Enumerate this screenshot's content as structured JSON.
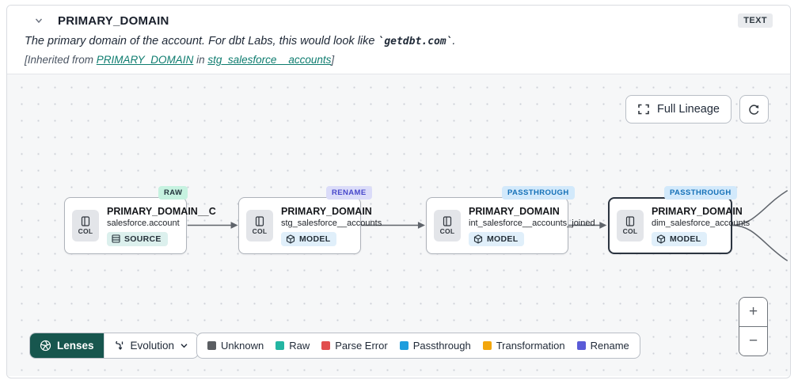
{
  "header": {
    "title": "PRIMARY_DOMAIN",
    "type_badge": "TEXT",
    "description_prefix": "The primary domain of the account. For dbt Labs, this would look like ",
    "description_code": "`getdbt.com`",
    "description_suffix": ".",
    "inherited_prefix": "[Inherited from ",
    "inherited_link_column": "PRIMARY_DOMAIN",
    "inherited_middle": " in ",
    "inherited_link_model": "stg_salesforce__accounts",
    "inherited_suffix": "]"
  },
  "toolbar": {
    "full_lineage_label": "Full Lineage"
  },
  "nodes": [
    {
      "badge": "RAW",
      "badge_bg": "#c6f2e0",
      "badge_fg": "#23343c",
      "chip": "COL",
      "title": "PRIMARY_DOMAIN__C",
      "subtitle": "salesforce.account",
      "pill": "SOURCE",
      "pill_bg": "#dcf0ed"
    },
    {
      "badge": "RENAME",
      "badge_bg": "#dbdcf9",
      "badge_fg": "#4848cb",
      "chip": "COL",
      "title": "PRIMARY_DOMAIN",
      "subtitle": "stg_salesforce__accounts",
      "pill": "MODEL",
      "pill_bg": "#e0effa"
    },
    {
      "badge": "PASSTHROUGH",
      "badge_bg": "#d2e9fb",
      "badge_fg": "#1571b8",
      "chip": "COL",
      "title": "PRIMARY_DOMAIN",
      "subtitle": "int_salesforce__accounts_joined",
      "pill": "MODEL",
      "pill_bg": "#e0effa"
    },
    {
      "badge": "PASSTHROUGH",
      "badge_bg": "#d2e9fb",
      "badge_fg": "#1571b8",
      "chip": "COL",
      "title": "PRIMARY_DOMAIN",
      "subtitle": "dim_salesforce_accounts",
      "pill": "MODEL",
      "pill_bg": "#e0effa"
    }
  ],
  "lenses": {
    "label": "Lenses",
    "selected": "Evolution"
  },
  "legend": [
    {
      "label": "Unknown",
      "color": "#5b5e62"
    },
    {
      "label": "Raw",
      "color": "#23b5a2"
    },
    {
      "label": "Parse Error",
      "color": "#e14e4e"
    },
    {
      "label": "Passthrough",
      "color": "#1e9ddd"
    },
    {
      "label": "Transformation",
      "color": "#f2a60d"
    },
    {
      "label": "Rename",
      "color": "#5a5bd7"
    }
  ],
  "zoom_controls": {
    "zoom_in": "+",
    "zoom_out": "−"
  },
  "colors": {
    "accent_teal": "#17564e",
    "link": "#0e7c6f",
    "edge": "#5f646b"
  }
}
